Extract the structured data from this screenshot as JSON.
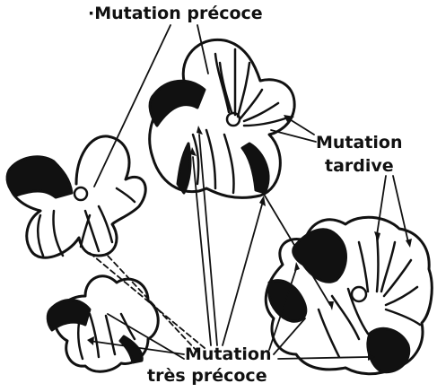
{
  "figure": {
    "labels": {
      "mutation_precoce": "·Mutation précoce",
      "mutation_tardive_line1": "Mutation",
      "mutation_tardive_line2": "tardive",
      "mutation_tres_precoce_line1": "Mutation",
      "mutation_tres_precoce_line2": "très précoce"
    },
    "colors": {
      "ink": "#111111",
      "background": "#ffffff"
    }
  }
}
